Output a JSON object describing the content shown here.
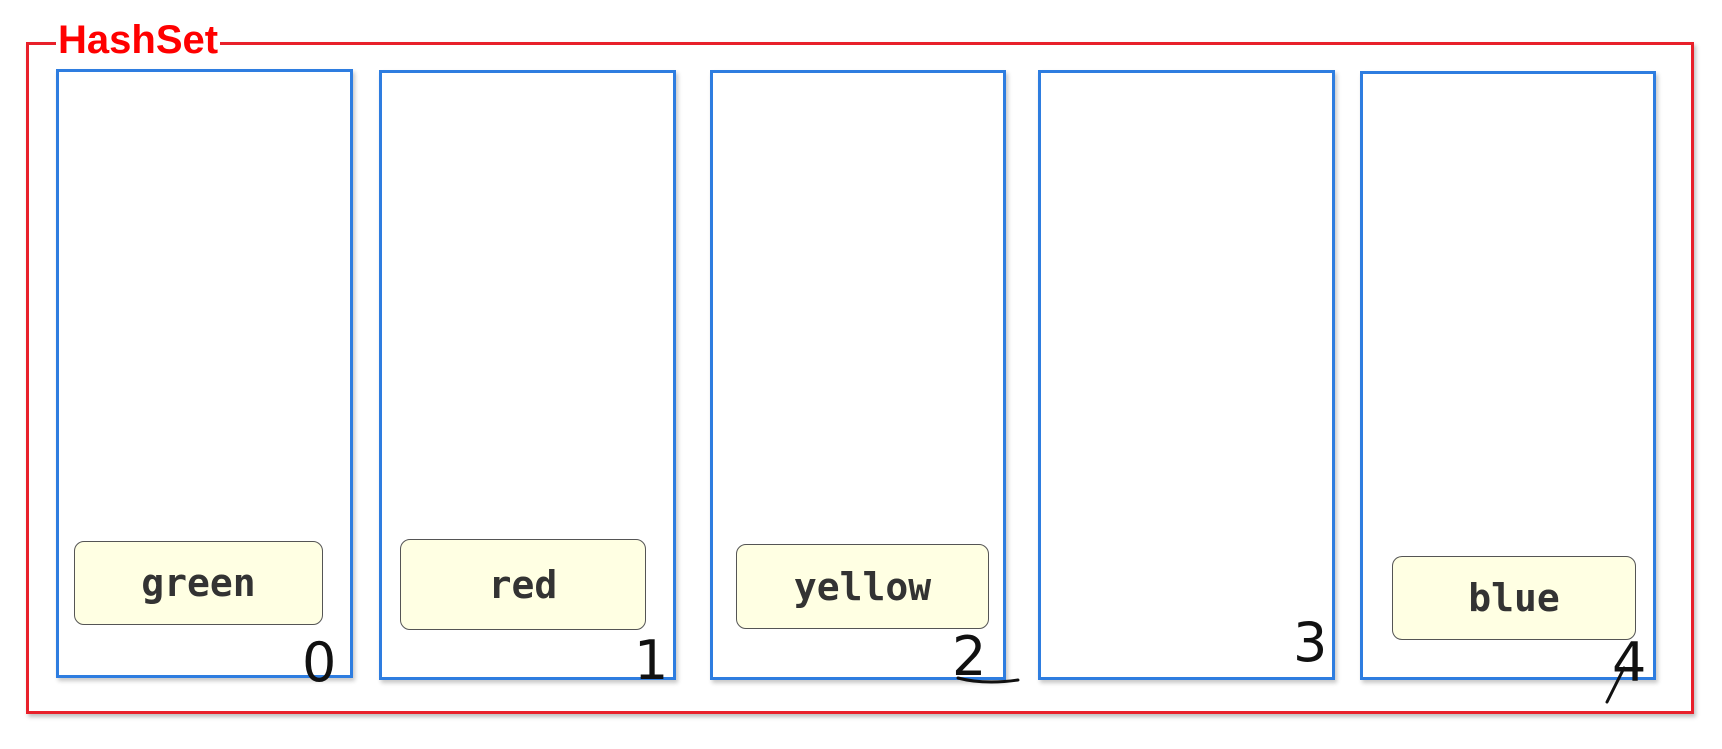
{
  "container": {
    "title": "HashSet",
    "border_color": "#e8202a",
    "title_color": "#ff0000"
  },
  "buckets": [
    {
      "index": "0",
      "element": "green"
    },
    {
      "index": "1",
      "element": "red"
    },
    {
      "index": "2",
      "element": "yellow"
    },
    {
      "index": "3",
      "element": ""
    },
    {
      "index": "4",
      "element": "blue"
    }
  ],
  "colors": {
    "bucket_border": "#2e7de0",
    "element_fill": "#ffffe3",
    "element_border": "#555555",
    "element_text": "#333333"
  }
}
